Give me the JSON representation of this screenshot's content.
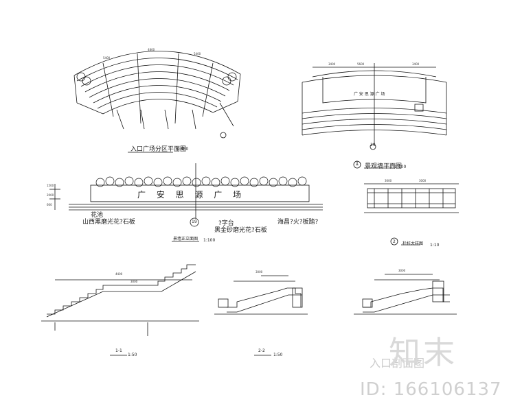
{
  "drawings": {
    "entrance_plan": {
      "title": "入口广场分区平面图",
      "scale": "1:400"
    },
    "wall_plan": {
      "marker": "1",
      "title": "景观墙平面图",
      "scale": "1:100",
      "center_text": "广 安 思 源 广 场",
      "axis_number": "19"
    },
    "elevation": {
      "title": "景墙正立面图",
      "scale": "1:100",
      "wall_text": "广 安 思 源 广 场",
      "notes": [
        "花池",
        "山西黑磨光花?石板",
        "?字台",
        "黑金砂磨光花?石板",
        "海昌?火?板踏?"
      ],
      "axis_number": "19"
    },
    "railing_detail": {
      "marker": "2",
      "title": "栏杆大样图",
      "scale": "1:10"
    },
    "section_1": {
      "title": "1-1",
      "scale": "1:50"
    },
    "section_2": {
      "title": "2-2",
      "scale": "1:50"
    },
    "section_3": {
      "title": "入口剖面图"
    }
  },
  "watermark": {
    "logo": "知末",
    "id_text": "ID: 166106137"
  }
}
